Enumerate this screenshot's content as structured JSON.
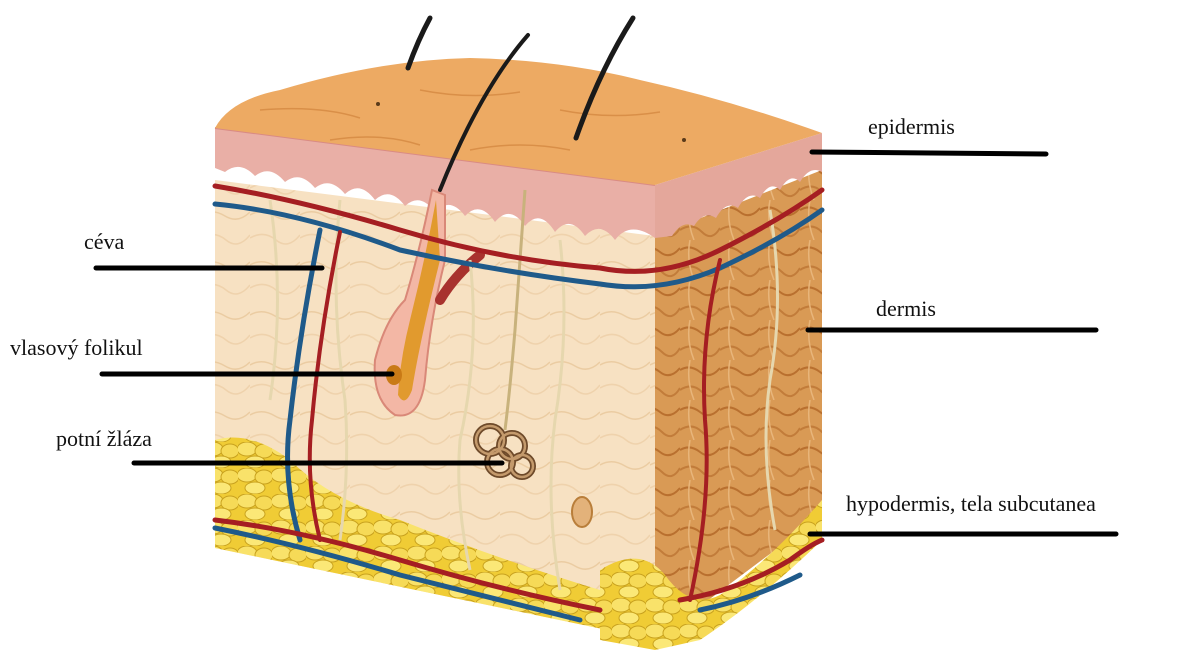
{
  "labels": {
    "epidermis": "epidermis",
    "ceva": "céva",
    "dermis": "dermis",
    "vlasovy_folikul": "vlasový folikul",
    "potni_zlaza": "potní žláza",
    "hypodermis": "hypodermis, tela subcutanea"
  },
  "colors": {
    "epidermis_top": "#EDAA63",
    "epidermis_pink": "#E9AFA6",
    "dermis_front": "#F6DFC0",
    "dermis_side": "#D7954D",
    "fat": "#F2D33E",
    "artery": "#A51E22",
    "vein": "#1F5A8A"
  }
}
